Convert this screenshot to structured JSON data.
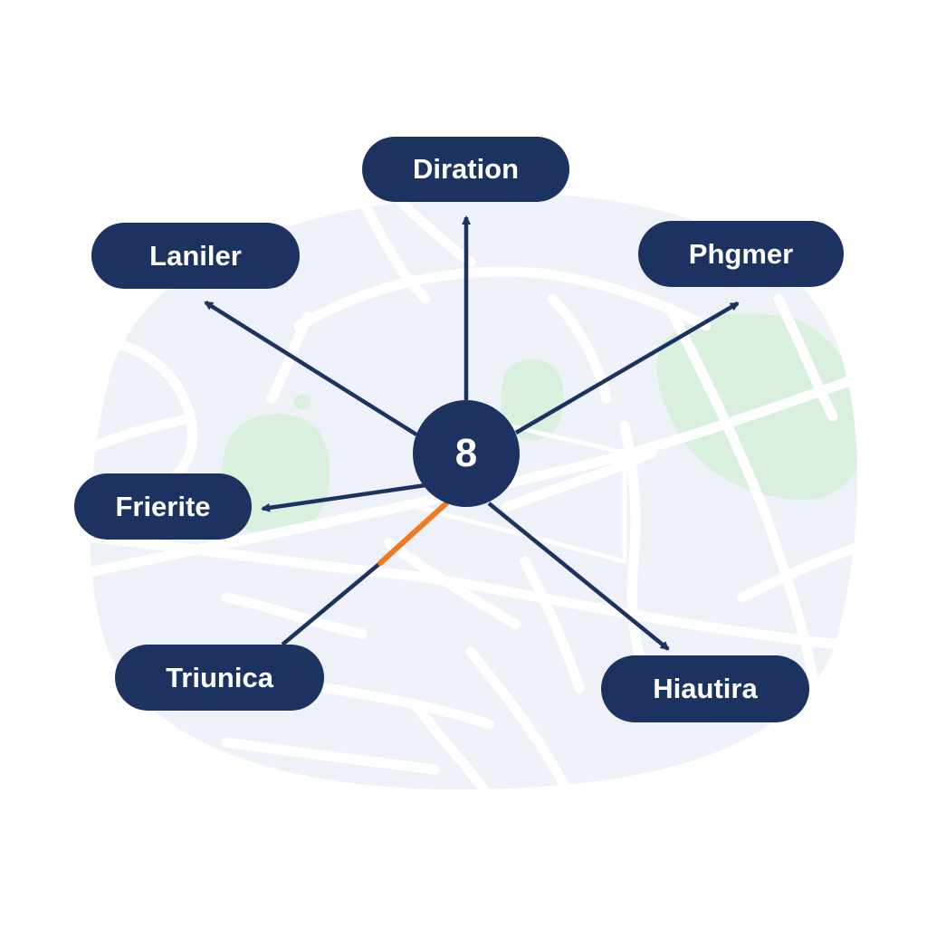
{
  "colors": {
    "navy": "#1c3261",
    "map_background": "#eef2f8",
    "road": "#ffffff",
    "park": "#d8f0dd",
    "route_highlight": "#f07a1e"
  },
  "hub": {
    "label": "8"
  },
  "destinations": [
    {
      "id": "top",
      "label": "Diration"
    },
    {
      "id": "top-left",
      "label": "Laniler"
    },
    {
      "id": "top-right",
      "label": "Phgmer"
    },
    {
      "id": "left",
      "label": "Frierite"
    },
    {
      "id": "bottom-left",
      "label": "Triunica"
    },
    {
      "id": "bottom-right",
      "label": "Hiautira"
    }
  ]
}
